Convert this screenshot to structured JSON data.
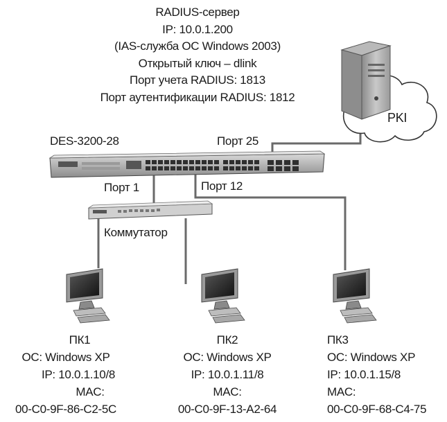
{
  "server": {
    "lines": [
      "RADIUS-сервер",
      "IP: 10.0.1.200",
      "(IAS-служба ОС Windows 2003)",
      "Открытый ключ – dlink",
      "Порт учета RADIUS: 1813",
      "Порт аутентификации RADIUS: 1812"
    ]
  },
  "pki_label": "PKI",
  "switch_model": "DES-3200-28",
  "ports": {
    "p25": "Порт 25",
    "p1": "Порт 1",
    "p12": "Порт 12"
  },
  "hub_label": "Коммутатор",
  "pcs": [
    {
      "name": "ПК1",
      "os": "ОС: Windows XP",
      "ip": "IP: 10.0.1.10/8",
      "mac_label": "MAC:",
      "mac": "00-C0-9F-86-C2-5C"
    },
    {
      "name": "ПК2",
      "os": "ОС: Windows XP",
      "ip": "IP: 10.0.1.11/8",
      "mac_label": "MAC:",
      "mac": "00-C0-9F-13-A2-64"
    },
    {
      "name": "ПК3",
      "os": "ОС: Windows XP",
      "ip": "IP: 10.0.1.15/8",
      "mac_label": "MAC:",
      "mac": "00-C0-9F-68-C4-75"
    }
  ]
}
